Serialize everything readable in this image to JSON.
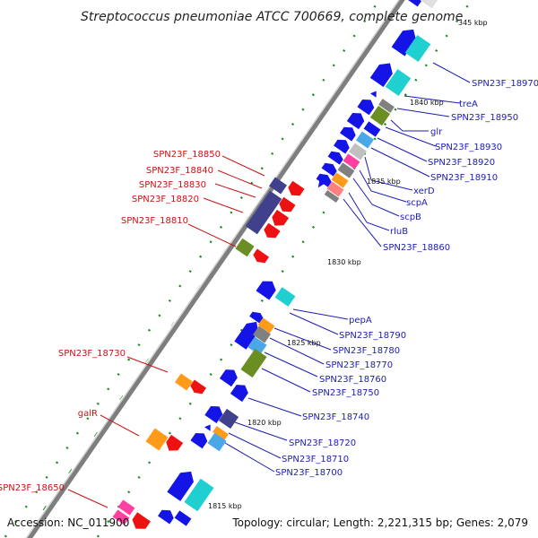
{
  "title": "Streptococcus pneumoniae ATCC 700669, complete genome",
  "footer": {
    "accession": "Accession: NC_011900",
    "topology": "Topology: circular; Length: 2,221,315 bp; Genes: 2,079"
  },
  "position_labels": [
    "1815 kbp",
    "1820 kbp",
    "1825 kbp",
    "1830 kbp",
    "1835 kbp",
    "1840 kbp",
    "345 kbp"
  ],
  "forward_labels": [
    "SPN23F_18970",
    "treA",
    "SPN23F_18950",
    "glr",
    "SPN23F_18930",
    "SPN23F_18920",
    "SPN23F_18910",
    "xerD",
    "scpA",
    "scpB",
    "rluB",
    "SPN23F_18860",
    "pepA",
    "SPN23F_18790",
    "SPN23F_18780",
    "SPN23F_18770",
    "SPN23F_18760",
    "SPN23F_18750",
    "SPN23F_18740",
    "SPN23F_18720",
    "SPN23F_18710",
    "SPN23F_18700"
  ],
  "reverse_labels": [
    "SPN23F_18850",
    "SPN23F_18840",
    "SPN23F_18830",
    "SPN23F_18820",
    "SPN23F_18810",
    "SPN23F_18730",
    "galR",
    "SPN23F_18650"
  ],
  "colors": {
    "blue_gene": "#1414e6",
    "red_gene": "#ee1111",
    "cyan_gene": "#20d0d0",
    "green_gene": "#6b8e23",
    "orange_gene": "#ff9a1a",
    "pink_gene": "#ff40a0",
    "grey_gene": "#808080",
    "navy_gene": "#40408c",
    "lightblue_gene": "#4aa8e8",
    "blue_label": "#1c1cb4",
    "red_label": "#c81414",
    "dots": "#1a8c1a"
  }
}
